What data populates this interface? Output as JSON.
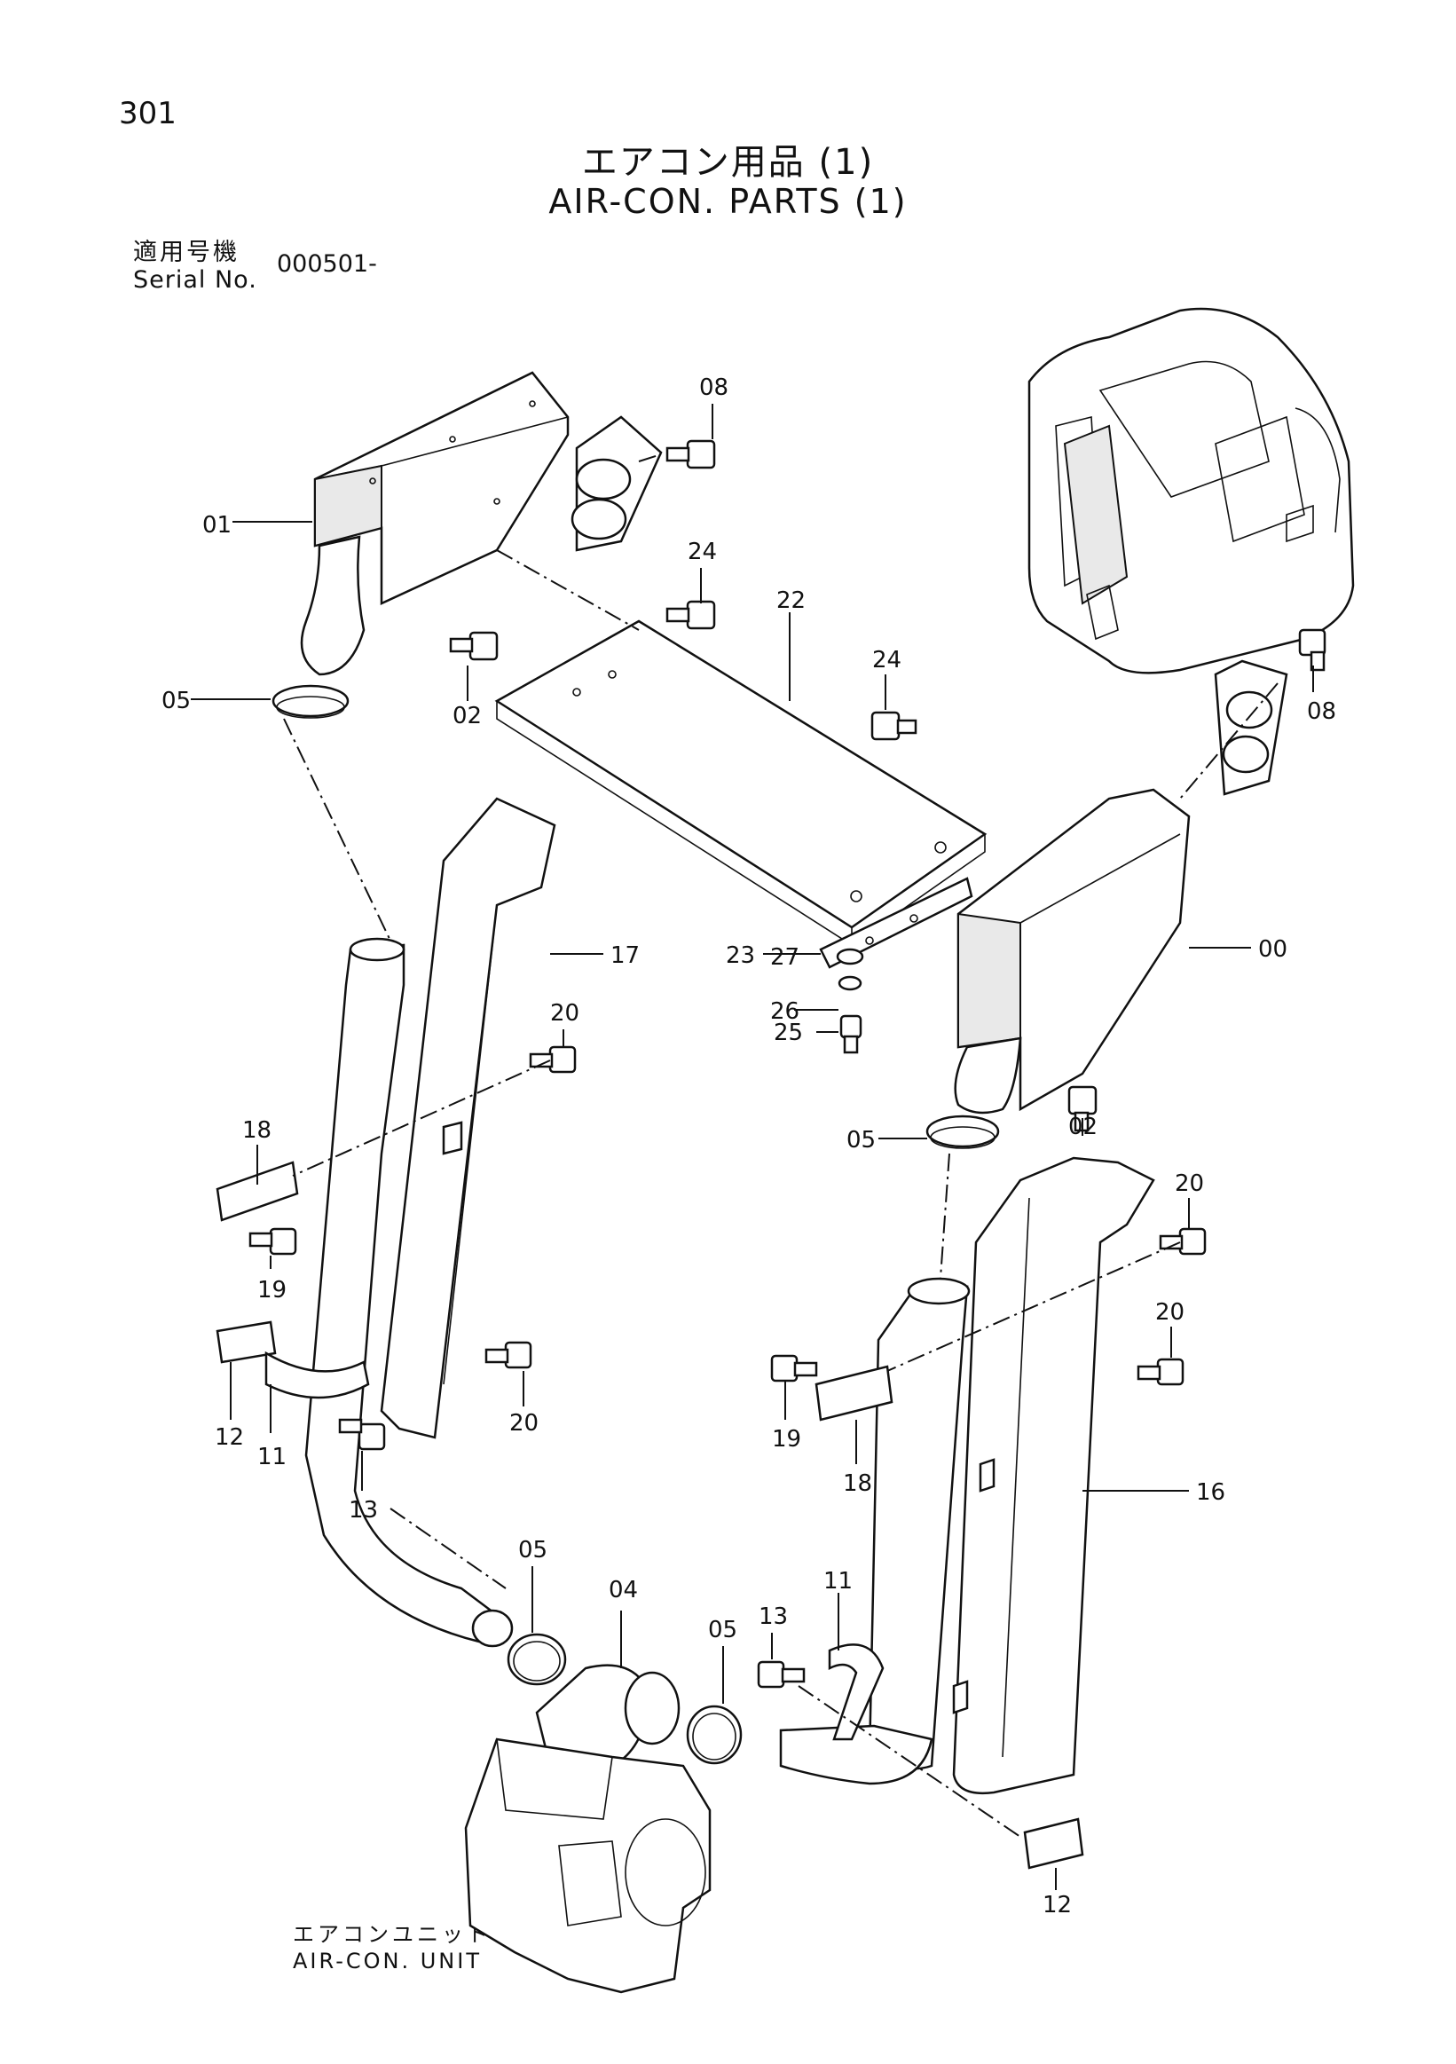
{
  "page_number": "301",
  "title_jp": "エアコン用品 (1)",
  "title_en": "AIR-CON. PARTS (1)",
  "serial_label_jp": "適用号機",
  "serial_label_en": "Serial No.",
  "serial_value": "000501-",
  "unit_caption_jp": "エアコンユニット",
  "unit_caption_en": "AIR-CON. UNIT",
  "callouts": {
    "c01": "01",
    "c00": "00",
    "c02a": "02",
    "c02b": "02",
    "c04": "04",
    "c05a": "05",
    "c05b": "05",
    "c05c": "05",
    "c05d": "05",
    "c08a": "08",
    "c08b": "08",
    "c11a": "11",
    "c11b": "11",
    "c12a": "12",
    "c12b": "12",
    "c13a": "13",
    "c13b": "13",
    "c16": "16",
    "c17": "17",
    "c18a": "18",
    "c18b": "18",
    "c19a": "19",
    "c19b": "19",
    "c20a": "20",
    "c20b": "20",
    "c20c": "20",
    "c20d": "20",
    "c22": "22",
    "c23": "23",
    "c24a": "24",
    "c24b": "24",
    "c25": "25",
    "c26": "26",
    "c27": "27"
  }
}
